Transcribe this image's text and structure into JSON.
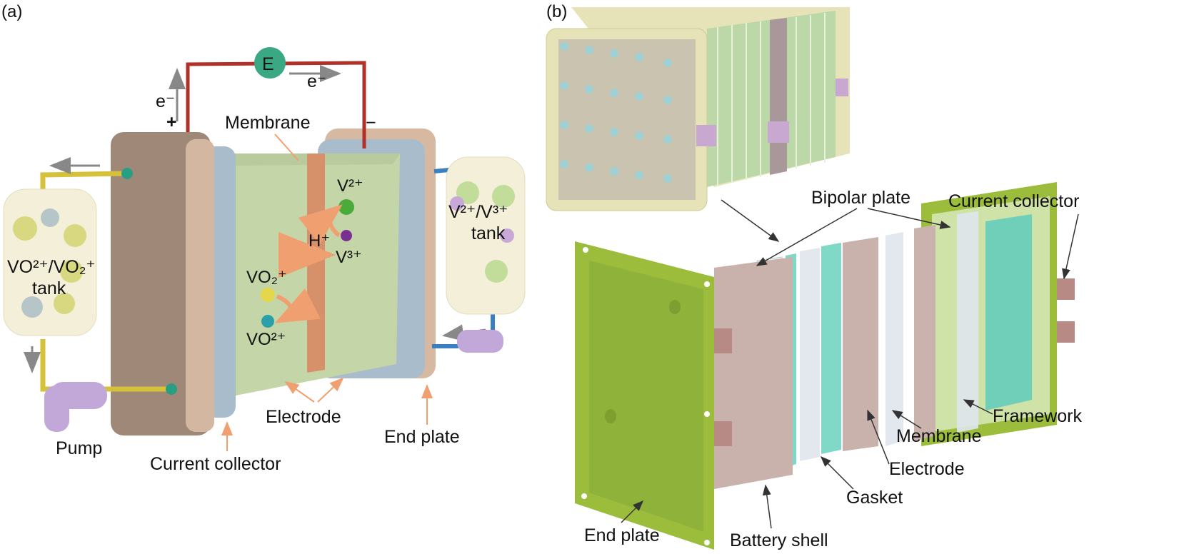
{
  "panel_a": {
    "panel_label": "(a)",
    "source": "E",
    "electron_left": "e⁻",
    "electron_right": "e⁻",
    "plus": "+",
    "minus": "−",
    "membrane": "Membrane",
    "ion_v2": "V²⁺",
    "ion_v3": "V³⁺",
    "ion_h": "H⁺",
    "ion_vo2plus": "VO₂⁺",
    "ion_vo2p": "VO²⁺",
    "left_tank_line1": "VO²⁺/VO₂⁺",
    "left_tank_line2": "tank",
    "right_tank_line1": "V²⁺/V³⁺",
    "right_tank_line2": "tank",
    "electrode": "Electrode",
    "end_plate": "End plate",
    "current_collector": "Current collector",
    "pump": "Pump"
  },
  "panel_b": {
    "panel_label": "(b)",
    "current_collector": "Current collector",
    "bipolar_plate": "Bipolar plate",
    "framework": "Framework",
    "membrane": "Membrane",
    "electrode": "Electrode",
    "gasket": "Gasket",
    "battery_shell": "Battery shell",
    "end_plate": "End plate"
  },
  "colors": {
    "end_plate_a": "#a08878",
    "current_collector_a": "#a9bccb",
    "electrode_a": "#c4d6a8",
    "membrane_a": "#d6906a",
    "wire": "#b0302a",
    "end_plate_b": "#9cbd3c",
    "bipolar_plate_b": "#c9b1ac",
    "electrode_b": "#5fcfb8"
  }
}
